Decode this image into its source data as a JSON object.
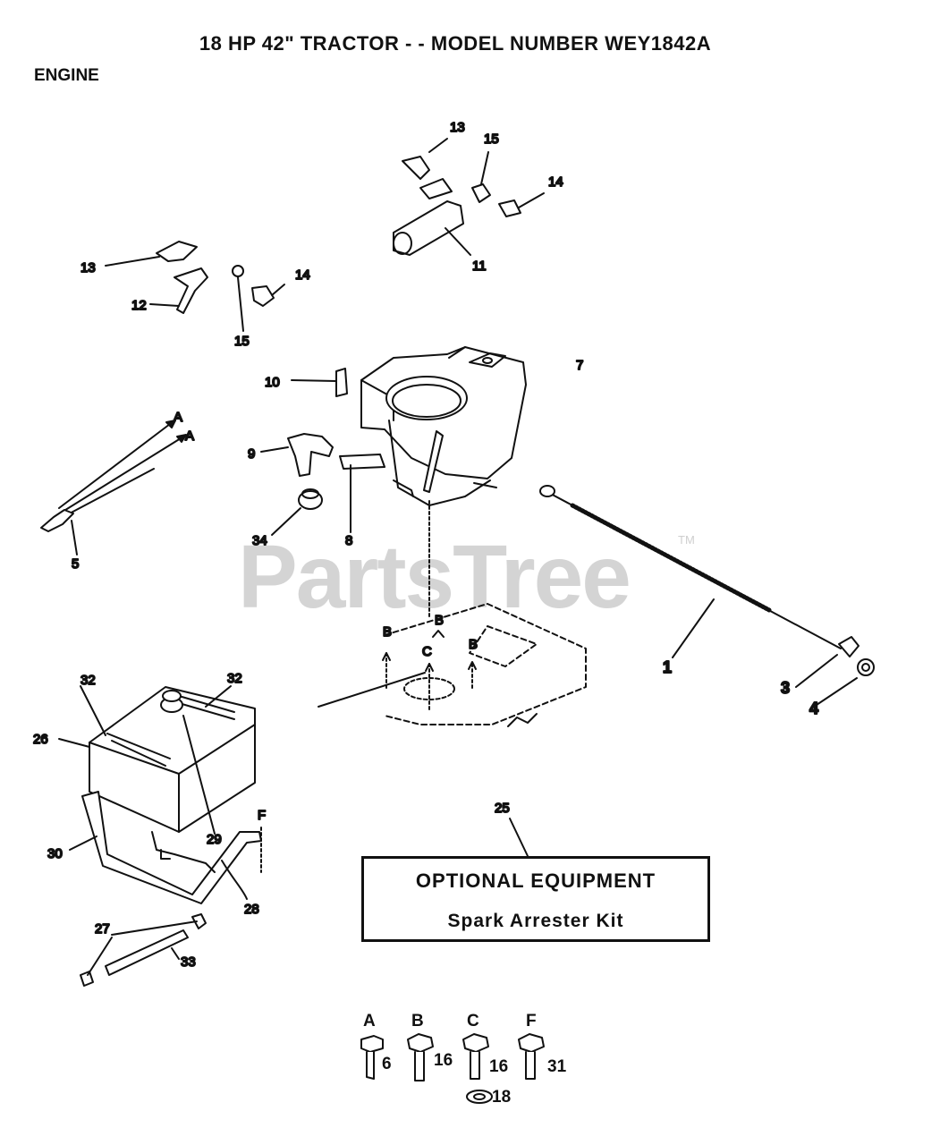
{
  "header": {
    "title": "18 HP 42\" TRACTOR - - MODEL NUMBER WEY1842A",
    "section": "ENGINE"
  },
  "watermark": {
    "text": "PartsTree",
    "tm": "TM"
  },
  "callouts": {
    "c1": "1",
    "c3": "3",
    "c4": "4",
    "c5": "5",
    "c7": "7",
    "c8": "8",
    "c9": "9",
    "c10": "10",
    "c11": "11",
    "c12": "12",
    "c13a": "13",
    "c13b": "13",
    "c14a": "14",
    "c14b": "14",
    "c15a": "15",
    "c15b": "15",
    "c25": "25",
    "c26": "26",
    "c27": "27",
    "c28": "28",
    "c29": "29",
    "c30": "30",
    "c32a": "32",
    "c32b": "32",
    "c33": "33",
    "c34": "34",
    "cA1": "A",
    "cA2": "A",
    "cB1": "B",
    "cB2": "B",
    "cB3": "B",
    "cC": "C",
    "cF": "F"
  },
  "optional": {
    "title": "OPTIONAL EQUIPMENT",
    "subtitle": "Spark Arrester Kit"
  },
  "fasteners": [
    {
      "letter": "A",
      "part": "6"
    },
    {
      "letter": "B",
      "part": "16"
    },
    {
      "letter": "C",
      "part": "16"
    },
    {
      "letter": "F",
      "part": "31"
    }
  ],
  "washer_part": "18"
}
